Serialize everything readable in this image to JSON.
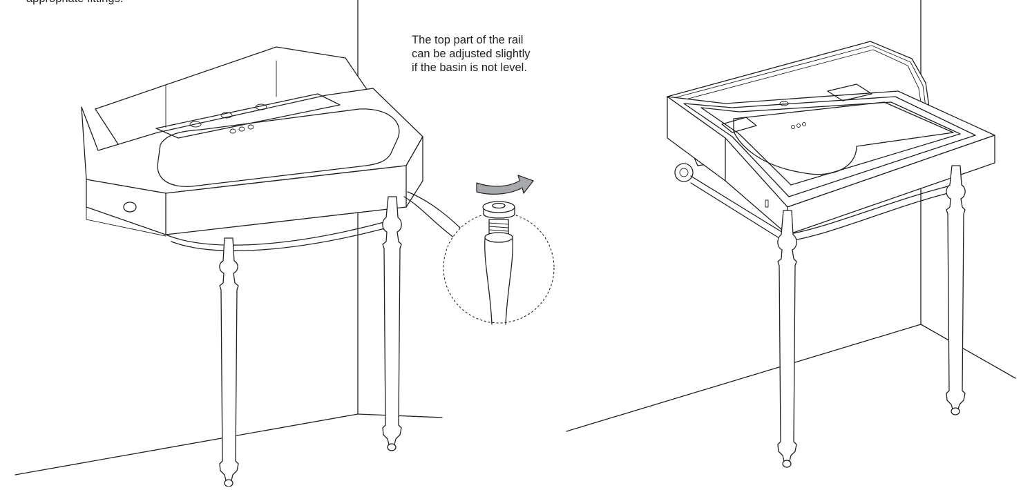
{
  "notes": {
    "top_fragment": "appropriate fittings.",
    "adjust_lines": [
      "The top part of the rail",
      "can be adjusted slightly",
      "if the basin is not level."
    ]
  },
  "colors": {
    "line": "#231f20",
    "arrow_fill": "#a7a9ac",
    "background": "#ffffff"
  },
  "icons": {
    "rotate_arrow": "curved-arrow-icon"
  }
}
